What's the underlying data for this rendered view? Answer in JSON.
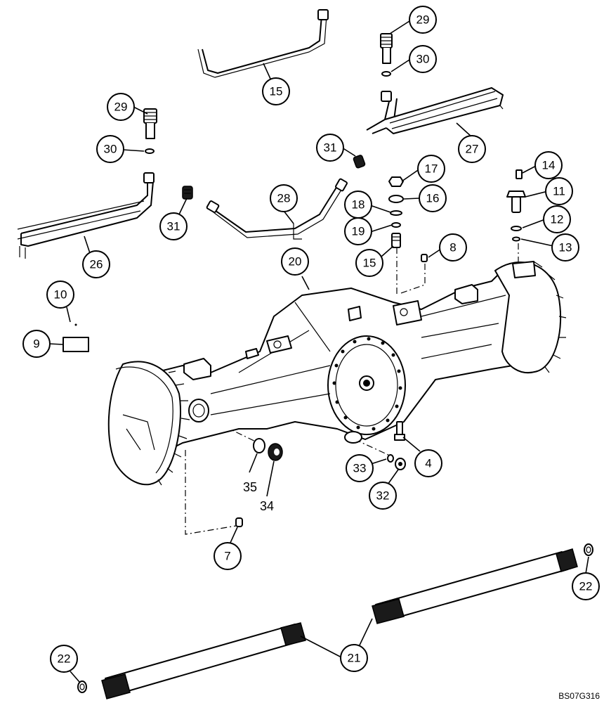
{
  "drawing_code": "BS07G316",
  "callouts": {
    "c29a": "29",
    "c30a": "30",
    "c15a": "15",
    "c27": "27",
    "c29b": "29",
    "c30b": "30",
    "c31a": "31",
    "c17": "17",
    "c14": "14",
    "c11": "11",
    "c16": "16",
    "c18": "18",
    "c28": "28",
    "c31b": "31",
    "c12": "12",
    "c19": "19",
    "c26": "26",
    "c13": "13",
    "c8": "8",
    "c15b": "15",
    "c20": "20",
    "c10": "10",
    "c9": "9",
    "c4": "4",
    "c33": "33",
    "c32": "32",
    "c35": "35",
    "c34": "34",
    "c7": "7",
    "c22a": "22",
    "c21": "21",
    "c22b": "22"
  }
}
